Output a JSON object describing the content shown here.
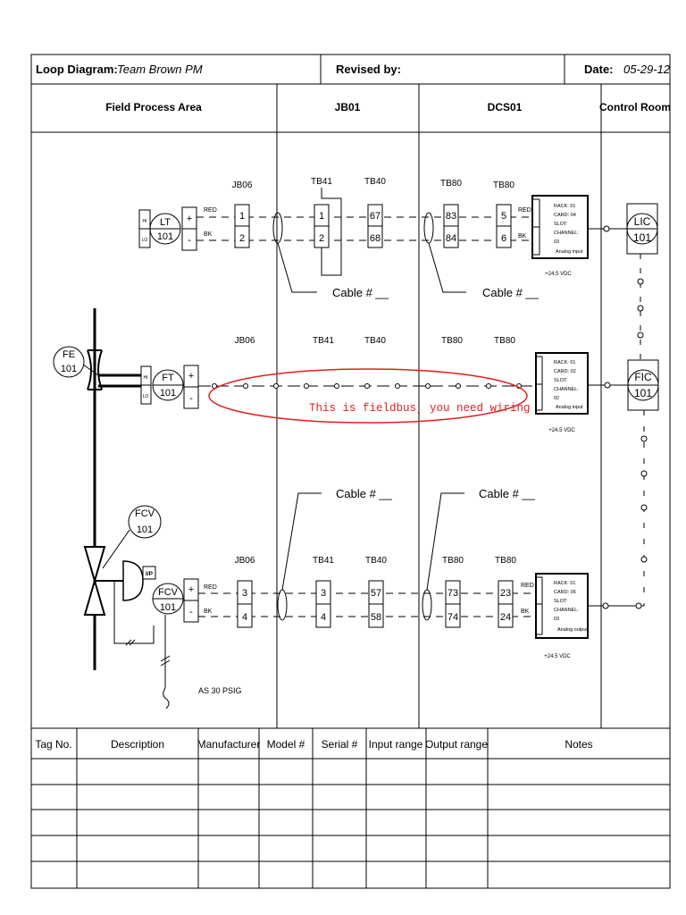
{
  "header": {
    "loop_label": "Loop Diagram:",
    "loop_value": "Team Brown PM",
    "revised_label": "Revised by:",
    "date_label": "Date:",
    "date_value": "05-29-12"
  },
  "areas": {
    "field": "Field Process Area",
    "jb": "JB01",
    "dcs": "DCS01",
    "control": "Control Room"
  },
  "loop1": {
    "tb_jb06": "JB06",
    "tb_tb41": "TB41",
    "tb_tb40": "TB40",
    "tb_tb80a": "TB80",
    "tb_tb80b": "TB80",
    "lt_top": "LT",
    "lt_bot": "101",
    "hi": "HI",
    "lo": "LO",
    "plus": "+",
    "minus": "-",
    "red": "RED",
    "bk": "BK",
    "jb06_1": "1",
    "jb06_2": "2",
    "tb41_1": "1",
    "tb41_2": "2",
    "tb40_1": "67",
    "tb40_2": "68",
    "tb80a_1": "83",
    "tb80a_2": "84",
    "tb80b_1": "5",
    "tb80b_2": "6",
    "card_1": "RACK: 01",
    "card_2": "CARD: 04",
    "card_3": "SLOT:",
    "card_4": "CHANNEL:",
    "card_5": "03",
    "card_6": "Analog input",
    "vdc": "+24.5 VDC",
    "cable_a": "Cable # __",
    "cable_b": "Cable # __",
    "ctrl_top": "LIC",
    "ctrl_bot": "101"
  },
  "loop2": {
    "tb_jb06": "JB06",
    "tb_tb41": "TB41",
    "tb_tb40": "TB40",
    "tb_tb80a": "TB80",
    "tb_tb80b": "TB80",
    "fe_top": "FE",
    "fe_bot": "101",
    "ft_top": "FT",
    "ft_bot": "101",
    "hi": "HI",
    "lo": "LO",
    "plus": "+",
    "minus": "-",
    "card_1": "RACK: 01",
    "card_2": "CARD: 02",
    "card_3": "SLOT:",
    "card_4": "CHANNEL:",
    "card_5": "02",
    "card_6": "Analog input",
    "vdc": "+24.5 VDC",
    "annotation": "This is fieldbus, you need wiring",
    "ctrl_top": "FIC",
    "ctrl_bot": "101"
  },
  "loop3": {
    "tb_jb06": "JB06",
    "tb_tb41": "TB41",
    "tb_tb40": "TB40",
    "tb_tb80a": "TB80",
    "tb_tb80b": "TB80",
    "fcv_bubble_top": "FCV",
    "fcv_bubble_bot": "101",
    "fcv_top": "FCV",
    "fcv_bot": "101",
    "ip": "I/P",
    "plus": "+",
    "minus": "-",
    "red": "RED",
    "bk": "BK",
    "jb06_1": "3",
    "jb06_2": "4",
    "tb41_1": "3",
    "tb41_2": "4",
    "tb40_1": "57",
    "tb40_2": "58",
    "tb80a_1": "73",
    "tb80a_2": "74",
    "tb80b_1": "23",
    "tb80b_2": "24",
    "card_1": "RACK: 01",
    "card_2": "CARD: 06",
    "card_3": "SLOT:",
    "card_4": "CHANNEL:",
    "card_5": "03",
    "card_6": "Analog output",
    "vdc": "+24.5 VDC",
    "cable_a": "Cable # __",
    "cable_b": "Cable # __",
    "air": "AS 30 PSIG"
  },
  "table": {
    "headers": [
      "Tag No.",
      "Description",
      "Manufacturer",
      "Model #",
      "Serial #",
      "Input range",
      "Output range",
      "Notes"
    ],
    "rows": [
      [
        "",
        "",
        "",
        "",
        "",
        "",
        "",
        ""
      ],
      [
        "",
        "",
        "",
        "",
        "",
        "",
        "",
        ""
      ],
      [
        "",
        "",
        "",
        "",
        "",
        "",
        "",
        ""
      ],
      [
        "",
        "",
        "",
        "",
        "",
        "",
        "",
        ""
      ],
      [
        "",
        "",
        "",
        "",
        "",
        "",
        "",
        ""
      ]
    ]
  }
}
